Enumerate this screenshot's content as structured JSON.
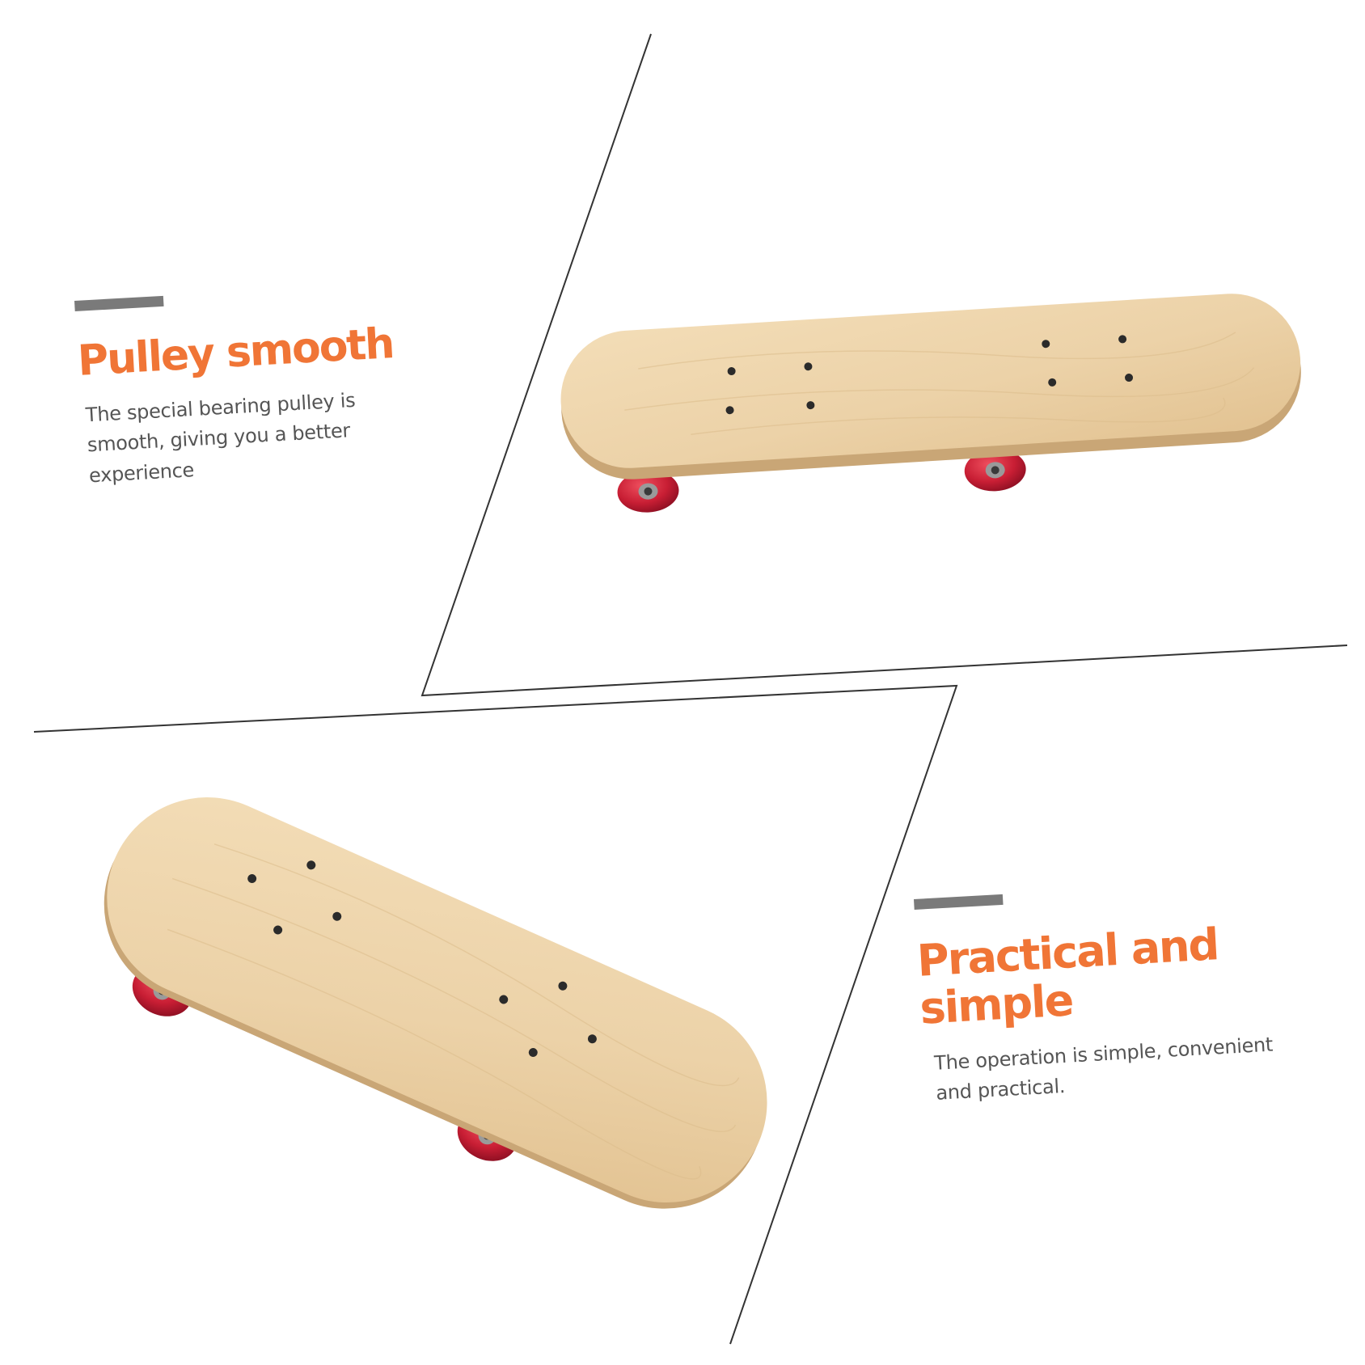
{
  "colors": {
    "accent": "#f07536",
    "accent_bar": "#7a7a7a",
    "body_text": "#555555",
    "divider_line": "#333333",
    "deck_wood": "#ecd2a8",
    "deck_edge": "#c9a676",
    "wheel": "#c81e34",
    "hardware": "#2b2b2b"
  },
  "features": [
    {
      "title": "Pulley smooth",
      "description": "The special bearing pulley is smooth, giving you a better experience"
    },
    {
      "title": "Practical and simple",
      "description": "The operation is simple, convenient and practical."
    }
  ],
  "illustrations": [
    {
      "icon": "skateboard-icon",
      "view": "side-angled",
      "wheel_color": "red"
    },
    {
      "icon": "skateboard-icon",
      "view": "top-angled",
      "wheel_color": "red"
    }
  ]
}
